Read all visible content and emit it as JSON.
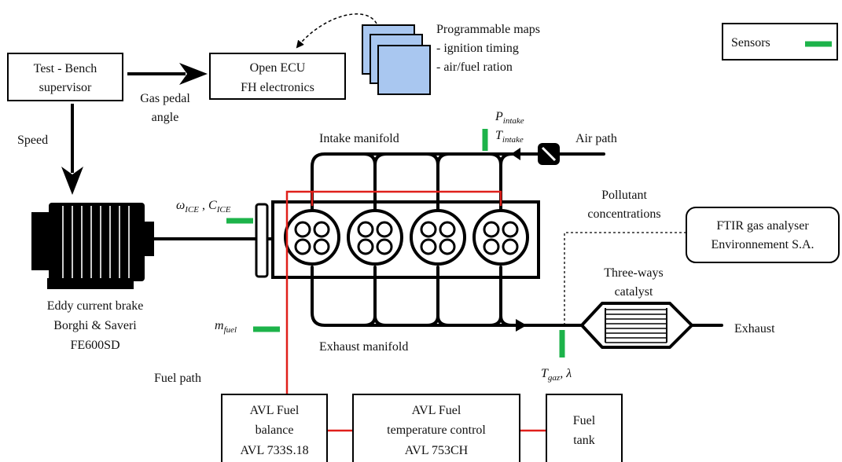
{
  "legend": {
    "label": "Sensors",
    "color": "#1db34a"
  },
  "supervisor": {
    "line1": "Test - Bench",
    "line2": "supervisor"
  },
  "ecu": {
    "line1": "Open ECU",
    "line2": "FH electronics"
  },
  "maps": {
    "title": "Programmable maps",
    "item1": "- ignition timing",
    "item2": "- air/fuel ration"
  },
  "labels": {
    "gas_pedal_1": "Gas pedal",
    "gas_pedal_2": "angle",
    "speed": "Speed",
    "intake_manifold": "Intake manifold",
    "air_path": "Air path",
    "pollutant_1": "Pollutant",
    "pollutant_2": "concentrations",
    "catalyst_1": "Three-ways",
    "catalyst_2": "catalyst",
    "exhaust": "Exhaust",
    "exhaust_manifold": "Exhaust manifold",
    "fuel_path": "Fuel path"
  },
  "sensors": {
    "p_intake_sym": "P",
    "p_intake_sub": "intake",
    "t_intake_sym": "T",
    "t_intake_sub": "intake",
    "omega_sym": "ω",
    "omega_sub": "ICE",
    "sep": " , ",
    "c_sym": "C",
    "c_sub": "ICE",
    "mfuel_sym": "m",
    "mfuel_sub": "fuel",
    "tgaz_sym": "T",
    "tgaz_sub": "gaz",
    "lambda": ", λ"
  },
  "brake": {
    "line1": "Eddy current brake",
    "line2": "Borghi & Saveri",
    "line3": "FE600SD"
  },
  "ftir": {
    "line1": "FTIR gas analyser",
    "line2": "Environnement S.A."
  },
  "fuel_balance": {
    "line1": "AVL Fuel",
    "line2": "balance",
    "line3": "AVL 733S.18"
  },
  "fuel_temp": {
    "line1": "AVL Fuel",
    "line2": "temperature control",
    "line3": "AVL 753CH"
  },
  "fuel_tank": {
    "line1": "Fuel",
    "line2": "tank"
  },
  "colors": {
    "sensor": "#1db34a",
    "fuel_line": "#e0201b",
    "map_fill": "#a9c7f0"
  }
}
